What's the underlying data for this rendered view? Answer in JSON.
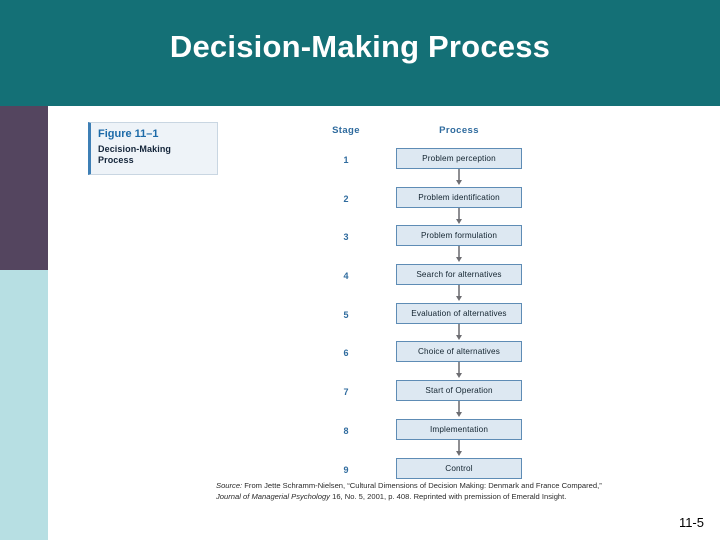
{
  "slide": {
    "title": "Decision-Making Process",
    "page_number": "11-5",
    "colors": {
      "title_band": "#147076",
      "sidebar_purple": "#54455f",
      "sidebar_blue": "#b7dfe3",
      "box_fill": "#dde8f2",
      "box_border": "#5e8cb5",
      "header_text": "#2f6b9e",
      "caption_label": "#1c6aa8"
    }
  },
  "figure": {
    "caption_label": "Figure 11–1",
    "caption_title": "Decision-Making\nProcess",
    "headers": {
      "stage": "Stage",
      "process": "Process"
    },
    "rows": [
      {
        "stage": "1",
        "process": "Problem perception"
      },
      {
        "stage": "2",
        "process": "Problem identification"
      },
      {
        "stage": "3",
        "process": "Problem formulation"
      },
      {
        "stage": "4",
        "process": "Search for alternatives"
      },
      {
        "stage": "5",
        "process": "Evaluation of alternatives"
      },
      {
        "stage": "6",
        "process": "Choice of alternatives"
      },
      {
        "stage": "7",
        "process": "Start of Operation"
      },
      {
        "stage": "8",
        "process": "Implementation"
      },
      {
        "stage": "9",
        "process": "Control"
      }
    ],
    "source_note": "Source: From Jette Schramm-Nielsen, “Cultural Dimensions of Decision Making: Denmark and France Compared,” Journal of Managerial Psychology 16, No. 5, 2001, p. 408. Reprinted with premission of Emerald Insight."
  }
}
